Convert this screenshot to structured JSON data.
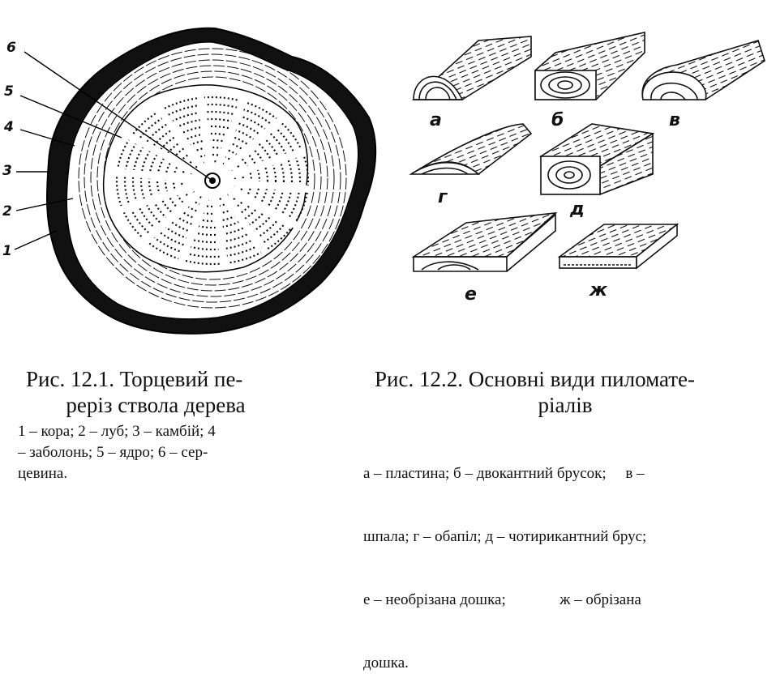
{
  "figure1": {
    "caption_line1": "Рис. 12.1. Торцевий пе-",
    "caption_line2": "реріз ствола дерева",
    "legend_line1": "1 – кора; 2 – луб; 3 – камбій; 4",
    "legend_line2": "– заболонь; 5 – ядро; 6 – сер-",
    "legend_line3": "цевина.",
    "callouts": [
      "6",
      "5",
      "4",
      "3",
      "2",
      "1"
    ]
  },
  "figure2": {
    "caption_line1": "Рис. 12.2. Основні види пиломате-",
    "caption_line2": "ріалів",
    "legend_line1": "а – пластина; б – двокантний брусок;     в –",
    "legend_line2": "шпала; г – обапіл; д – чотирикантний брус;",
    "legend_line3": "е – необрізана дошка;              ж – обрізана",
    "legend_line4": "дошка.",
    "item_labels": [
      "а",
      "б",
      "в",
      "г",
      "д",
      "е",
      "ж"
    ]
  }
}
